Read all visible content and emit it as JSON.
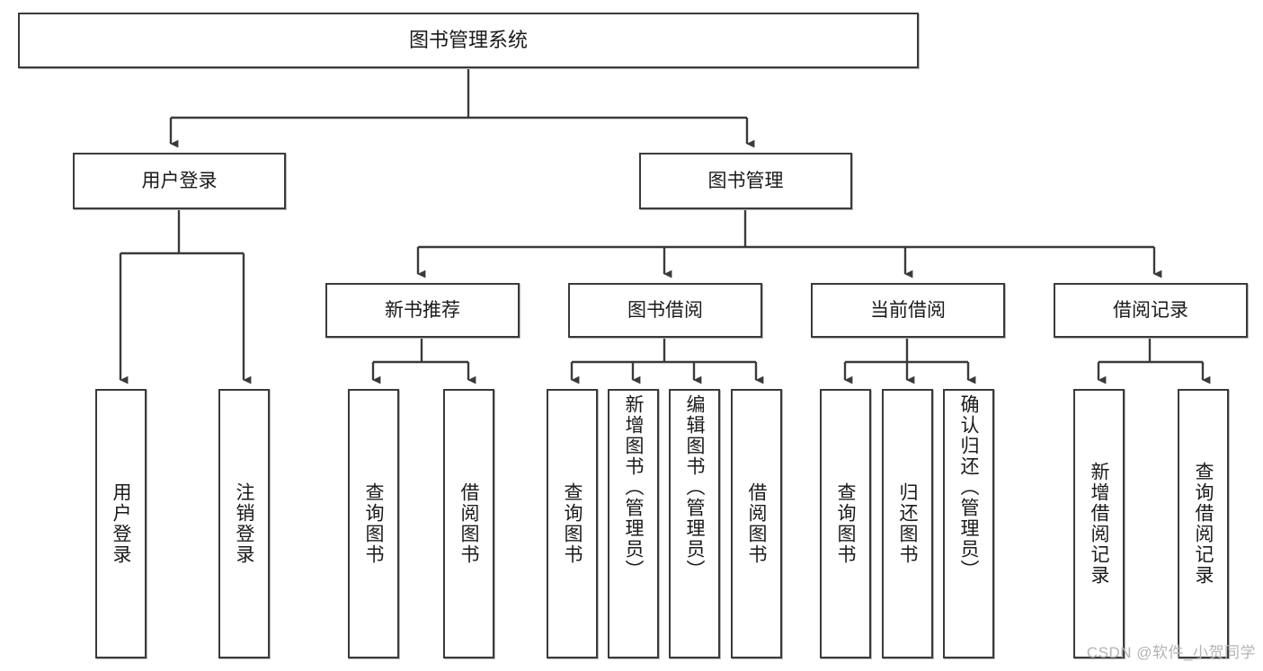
{
  "diagram": {
    "title": "图书管理系统",
    "type": "tree-hierarchy",
    "root": {
      "label": "图书管理系统"
    },
    "level1": [
      {
        "label": "用户登录"
      },
      {
        "label": "图书管理"
      }
    ],
    "level2": [
      {
        "label": "新书推荐"
      },
      {
        "label": "图书借阅"
      },
      {
        "label": "当前借阅"
      },
      {
        "label": "借阅记录"
      }
    ],
    "leaves": {
      "user_login": [
        {
          "label": "用户登录"
        },
        {
          "label": "注销登录"
        }
      ],
      "new_book_recommend": [
        {
          "label": "查询图书"
        },
        {
          "label": "借阅图书"
        }
      ],
      "book_borrow": [
        {
          "label": "查询图书"
        },
        {
          "label": "新增图书（管理员）"
        },
        {
          "label": "编辑图书（管理员）"
        },
        {
          "label": "借阅图书"
        }
      ],
      "current_borrow": [
        {
          "label": "查询图书"
        },
        {
          "label": "归还图书"
        },
        {
          "label": "确认归还（管理员）"
        }
      ],
      "borrow_record": [
        {
          "label": "新增借阅记录"
        },
        {
          "label": "查询借阅记录"
        }
      ]
    }
  },
  "watermark": {
    "text": "CSDN @软件_小贺同学"
  },
  "colors": {
    "box_border": "#3a3a3a",
    "box_fill": "#ffffff",
    "connector": "#3a3a3a",
    "text": "#1a1a1a",
    "watermark": "#b4b4b4"
  }
}
